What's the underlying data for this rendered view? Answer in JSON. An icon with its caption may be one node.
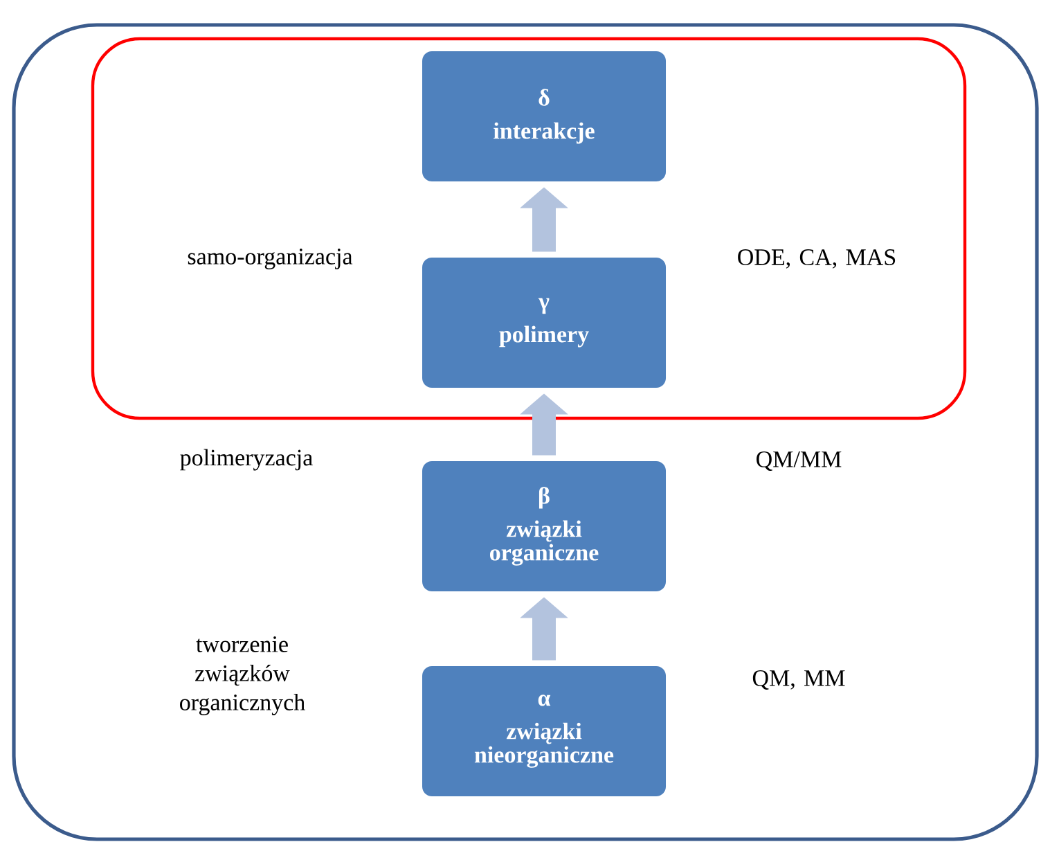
{
  "diagram": {
    "nodes": [
      {
        "text": [],
        "shape": "box"
      },
      {
        "text": [],
        "shape": "box",
        "in": 0
      },
      {
        "text": [
          "δ",
          "interakcje"
        ],
        "in": 1
      },
      {
        "text": [
          "γ",
          "polimery"
        ],
        "in": 1
      },
      {
        "text": [
          "β",
          "związki organiczne"
        ],
        "in": 0
      },
      {
        "text": [
          "α",
          "związki nieorganiczne"
        ],
        "in": 0
      }
    ],
    "edges": [
      {
        "from": 5,
        "to": 4,
        "arrow": "to"
      },
      {
        "from": 4,
        "to": 3,
        "arrow": "to"
      },
      {
        "from": 3,
        "to": 2,
        "arrow": "to"
      }
    ],
    "labels": [
      "samo-organizacja",
      "ODE, CA, MAS",
      "polimeryzacja",
      "QM/MM",
      "tworzenie związków organicznych",
      "QM, MM"
    ]
  }
}
